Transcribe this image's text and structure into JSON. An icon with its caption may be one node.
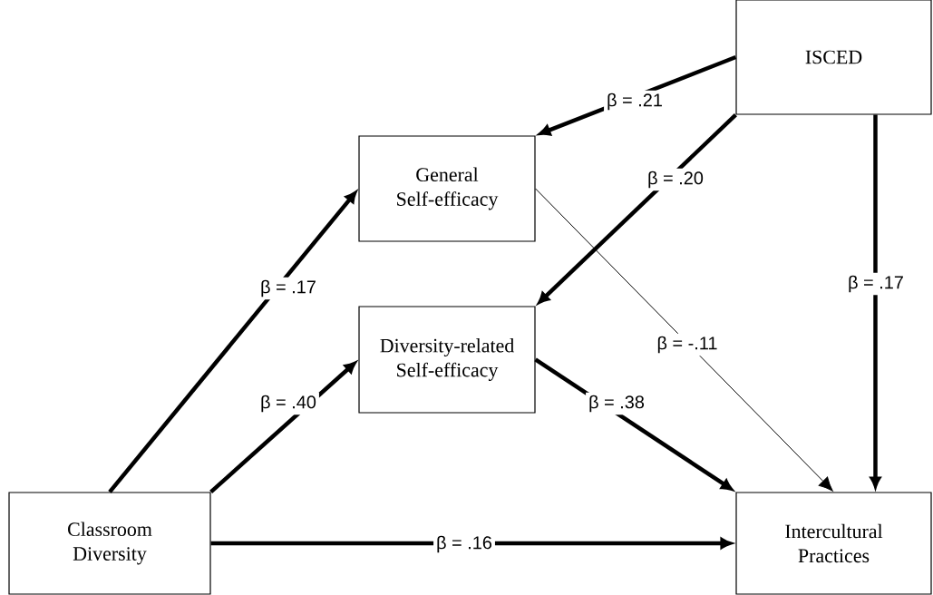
{
  "diagram": {
    "nodes": [
      {
        "text": [
          "ISCED"
        ]
      },
      {
        "text": [
          "General Self-efficacy"
        ]
      },
      {
        "text": [
          "Diversity-related Self-efficacy"
        ]
      },
      {
        "text": [
          "Classroom Diversity"
        ]
      },
      {
        "text": [
          "Intercultural Practices"
        ]
      }
    ],
    "edges": [
      {
        "from": 0,
        "to": 1,
        "arrow": "to",
        "label": "β = .21"
      },
      {
        "from": 0,
        "to": 2,
        "arrow": "to",
        "label": "β = .20"
      },
      {
        "from": 0,
        "to": 4,
        "arrow": "to",
        "label": "β = .17"
      },
      {
        "from": 1,
        "to": 4,
        "arrow": "to",
        "label": "β = -.11"
      },
      {
        "from": 3,
        "to": 1,
        "arrow": "to",
        "label": "β = .17"
      },
      {
        "from": 3,
        "to": 2,
        "arrow": "to",
        "label": "β = .40"
      },
      {
        "from": 2,
        "to": 4,
        "arrow": "to",
        "label": "β = .38"
      },
      {
        "from": 3,
        "to": 4,
        "arrow": "to",
        "label": "β = .16"
      }
    ]
  }
}
